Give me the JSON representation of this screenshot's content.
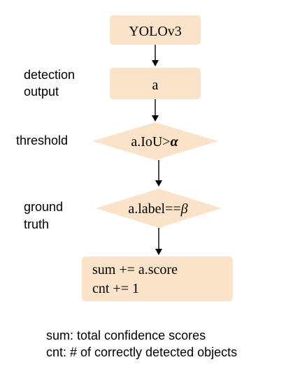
{
  "nodes": {
    "model": "YOLOv3",
    "detection": "a",
    "threshold": {
      "prefix": "a.IoU>",
      "symbol": "α"
    },
    "ground_truth": {
      "prefix": "a.label==",
      "symbol": "β"
    },
    "accumulate": {
      "line1": "sum += a.score",
      "line2": "cnt += 1"
    }
  },
  "labels": {
    "detection_line1": "detection",
    "detection_line2": "output",
    "threshold": "threshold",
    "ground_truth_line1": "ground",
    "ground_truth_line2": "truth"
  },
  "legend": {
    "line1": "sum: total confidence scores",
    "line2": "cnt: # of correctly detected objects"
  },
  "colors": {
    "node_fill": "#fbe3c9",
    "edge": "#000000"
  }
}
